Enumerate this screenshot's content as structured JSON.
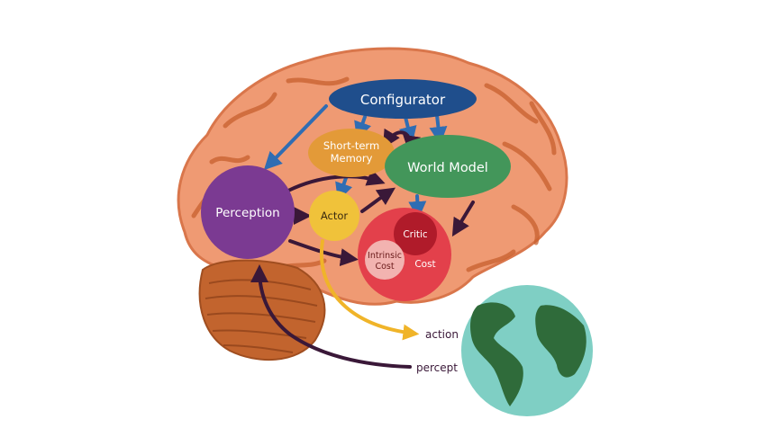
{
  "nodes": {
    "configurator": "Configurator",
    "short_term_memory_line1": "Short-term",
    "short_term_memory_line2": "Memory",
    "world_model": "World Model",
    "perception": "Perception",
    "actor": "Actor",
    "critic": "Critic",
    "intrinsic_cost_line1": "Intrinsic",
    "intrinsic_cost_line2": "Cost",
    "cost": "Cost"
  },
  "io": {
    "action": "action",
    "percept": "percept"
  },
  "colors": {
    "configurator": "#1f4e8c",
    "short_term_memory": "#e39a38",
    "world_model": "#43965a",
    "perception": "#7b3a92",
    "actor": "#f0c23a",
    "critic": "#b01b2a",
    "intrinsic_cost": "#f2b3b0",
    "cost_group": "#e3404b",
    "blue_arrow": "#2f6db3",
    "purple_arrow": "#3a1838",
    "action_arrow": "#f0b429",
    "brain": "#ef9a73",
    "cerebellum": "#c2642e",
    "globe_water": "#7fcfc4",
    "globe_land": "#2f6b3a"
  }
}
